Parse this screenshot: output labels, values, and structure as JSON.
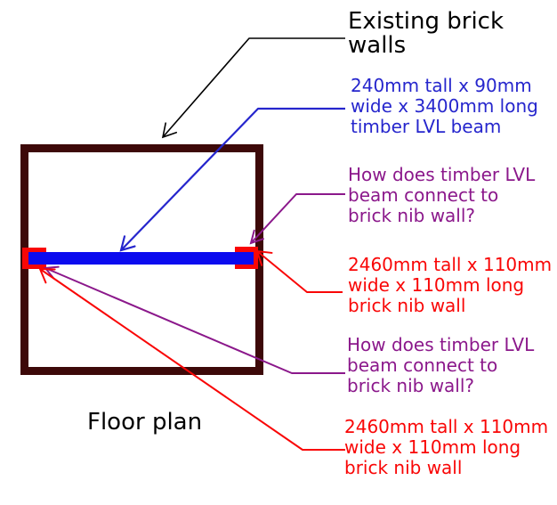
{
  "diagram": {
    "caption": "Floor plan"
  },
  "colors": {
    "background": "#FFFFFF",
    "black": "#000000",
    "wall": "#3D0909",
    "beam": "#0B0BEF",
    "nib": "#F90606",
    "blue": "#2626CD",
    "purple": "#8B188B",
    "red": "#F90606"
  },
  "annotations": {
    "existing_walls": {
      "text": "Existing brick\nwalls"
    },
    "lvl_beam": {
      "text": "240mm tall x 90mm\nwide x 3400mm long\ntimber LVL beam"
    },
    "connection_right": {
      "text": "How does timber LVL\nbeam connect to\nbrick nib wall?"
    },
    "nib_right": {
      "text": "2460mm tall x 110mm\nwide x 110mm long\nbrick nib wall"
    },
    "connection_left": {
      "text": "How does timber LVL\nbeam connect to\nbrick nib wall?"
    },
    "nib_left": {
      "text": "2460mm tall x 110mm\nwide x 110mm long\nbrick nib wall"
    }
  }
}
